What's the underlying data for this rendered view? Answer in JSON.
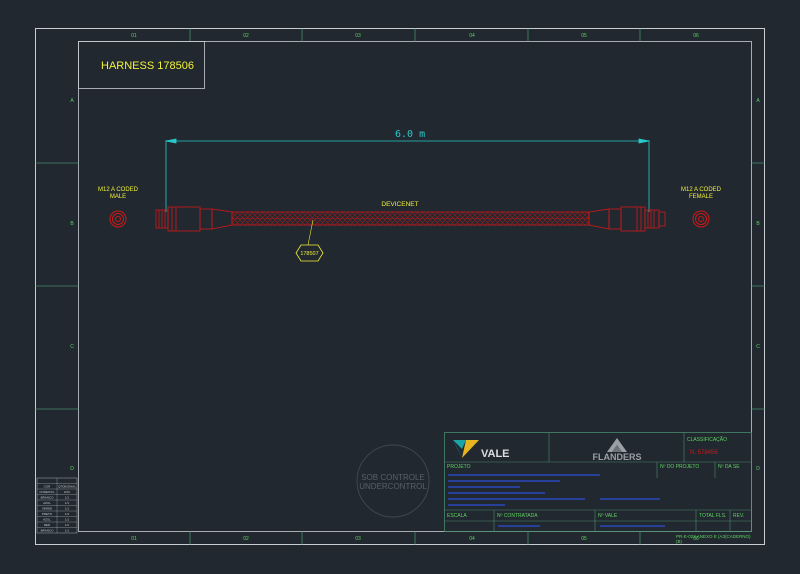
{
  "colors": {
    "background": "#212830",
    "frame": "#c8cdd2",
    "grid": "#4a8a6a",
    "green_text": "#5fd35f",
    "yellow_text": "#f2f238",
    "cable_red": "#d01818",
    "dimension": "#28c8c8",
    "blue_text": "#2f4fd8",
    "watermark": "#56606a"
  },
  "drawing": {
    "title": "HARNESS 178506",
    "dimension_label": "6.0 m",
    "cable_label": "DEVICENET",
    "part_balloon": "178507",
    "left_connector": [
      "M12 A CODED",
      "MALE"
    ],
    "right_connector": [
      "M12 A CODED",
      "FEMALE"
    ]
  },
  "zones": {
    "columns": [
      "01",
      "02",
      "03",
      "04",
      "05",
      "06"
    ],
    "rows": [
      "A",
      "B",
      "C",
      "D"
    ]
  },
  "watermark": [
    "SOB CONTROLE",
    "UNDERCONTROL"
  ],
  "title_block": {
    "company_left": "VALE",
    "company_right": "FLANDERS",
    "classification_label": "CLASSIFICAÇÃO",
    "classification_value": "N. 578456",
    "project_label": "PROJETO",
    "project_number_label": "Nº DO PROJETO",
    "sheet_label": "Nº DA SE",
    "scale_label": "ESCALA",
    "contracted_label": "Nº CONTRATADA",
    "vale_number_label": "Nº VALE",
    "total_sheets_label": "TOTAL FLS.",
    "rev_label": "REV.",
    "footer_code": "PR-E-022 ANEXO E (A3(CADERNO)",
    "footer_code2": "(B)"
  },
  "color_table": {
    "headers": [
      "COR",
      "QTDE/SINAL"
    ],
    "rows": [
      [
        "CORES/CL",
        "2/2C"
      ],
      [
        "BRANCO",
        "1/1"
      ],
      [
        "AZUL",
        "1/1"
      ],
      [
        "VERDE",
        "1/1"
      ],
      [
        "PRETO",
        "1/1"
      ],
      [
        "AZUL",
        "1/1"
      ],
      [
        "RED",
        "1/1"
      ],
      [
        "BRANCO",
        "1/1"
      ]
    ]
  }
}
